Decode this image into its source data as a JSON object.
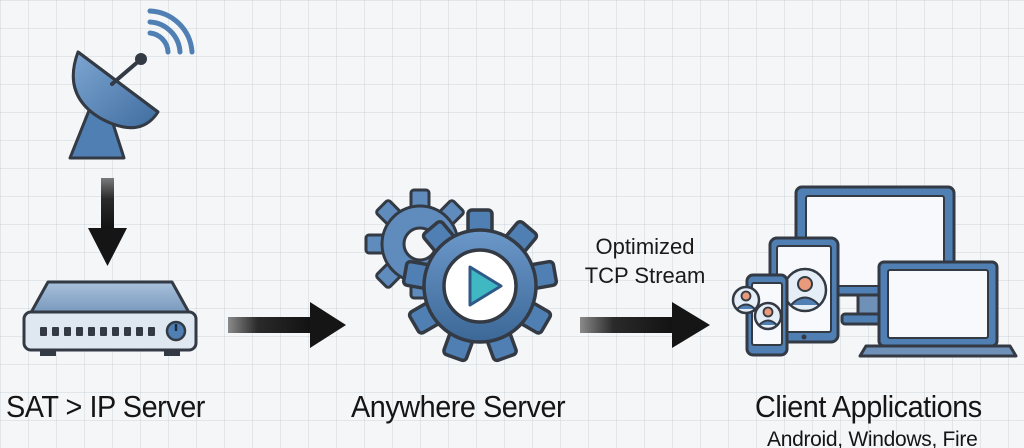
{
  "nodes": {
    "satellite_server": {
      "label": "SAT > IP Server"
    },
    "anywhere_server": {
      "label": "Anywhere Server"
    },
    "client_apps": {
      "label": "Client Applications",
      "platforms": "Android, Windows, Fire"
    }
  },
  "edges": {
    "to_clients": {
      "label_line1": "Optimized",
      "label_line2": "TCP Stream"
    }
  },
  "colors": {
    "accent_blue": "#4f7fb3",
    "dark_blue": "#2f5a87",
    "outline": "#333a44",
    "play_teal": "#3fb8c4",
    "arrow": "#151515"
  }
}
